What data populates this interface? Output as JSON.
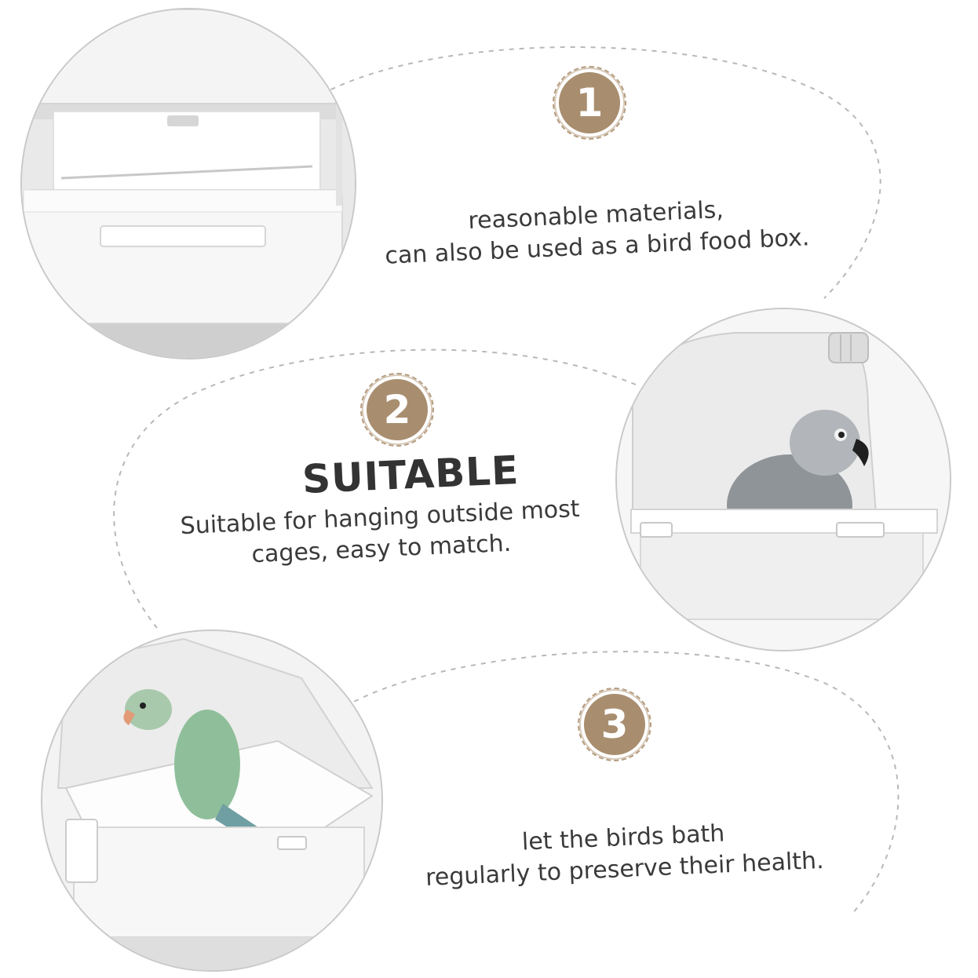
{
  "colors": {
    "badge": "#a88e6f",
    "badge_ring": "#b59c7f",
    "dash_line": "#b8b8b8",
    "text": "#3a3a3a",
    "headline": "#333333",
    "product_white": "#f2f2f2",
    "grey_parrot_body": "#8f9499",
    "grey_parrot_tail": "#c8312c",
    "green_parrot_body": "#8fbf9a",
    "green_parrot_beak": "#e29a77"
  },
  "features": [
    {
      "number": "1",
      "lines": [
        "reasonable materials,",
        "can also be used as a bird food box."
      ],
      "image_icon": "empty-bird-bath-box-photo"
    },
    {
      "number": "2",
      "headline": "SUITABLE",
      "lines": [
        "Suitable for hanging outside most",
        "cages, easy to match."
      ],
      "image_icon": "grey-parrot-in-bath-box-photo"
    },
    {
      "number": "3",
      "lines": [
        "let the birds bath",
        "regularly to preserve their health."
      ],
      "image_icon": "green-parrot-in-bath-box-photo"
    }
  ]
}
